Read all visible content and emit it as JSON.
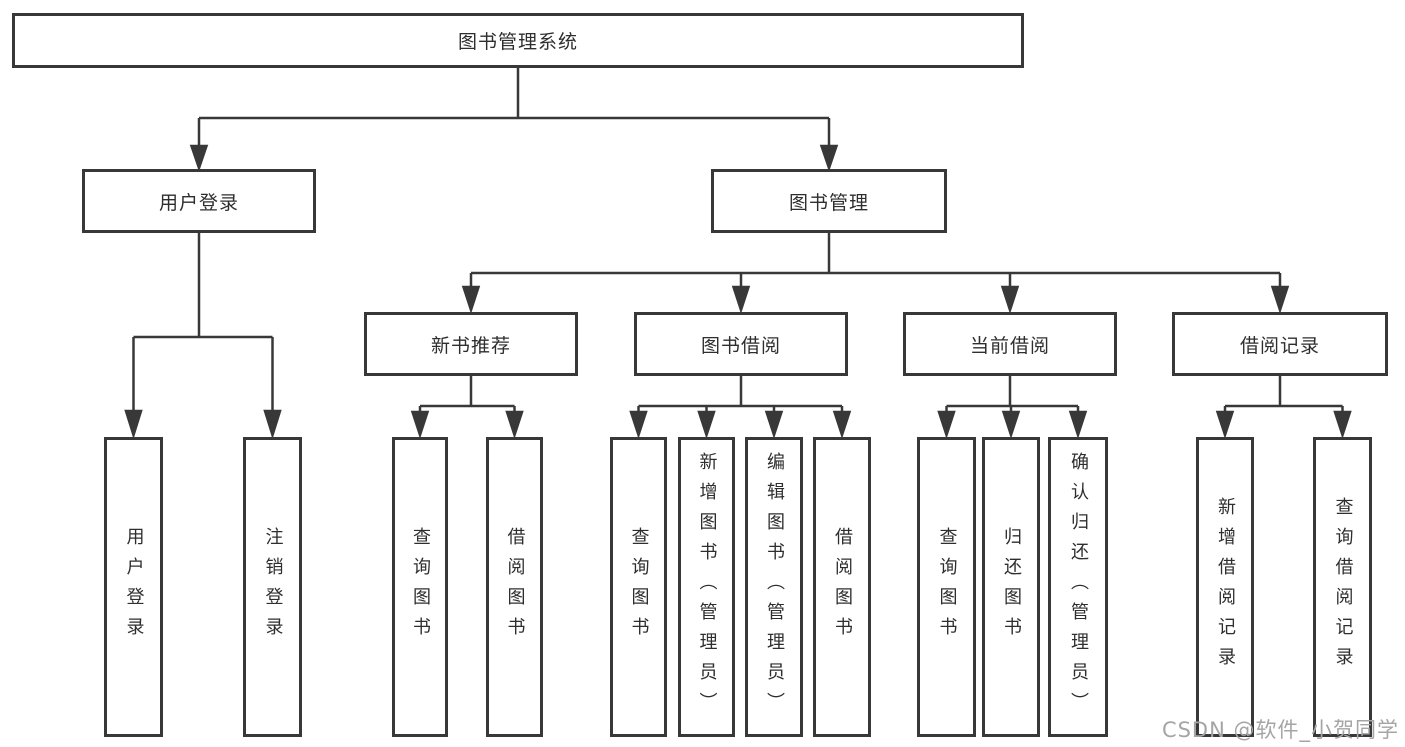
{
  "diagram": {
    "title": "图书管理系统",
    "colors": {
      "line": "#383838",
      "box_border": "#383838",
      "text": "#2e2e2e",
      "background": "#ffffff",
      "watermark": "#a5a5a5"
    },
    "root": {
      "label": "图书管理系统"
    },
    "level2": {
      "user_login": {
        "label": "用户登录"
      },
      "book_management": {
        "label": "图书管理"
      }
    },
    "level3": {
      "new_book_recommend": {
        "label": "新书推荐"
      },
      "book_borrow": {
        "label": "图书借阅"
      },
      "current_borrow": {
        "label": "当前借阅"
      },
      "borrow_record": {
        "label": "借阅记录"
      }
    },
    "leaves": {
      "user_login": {
        "label": "用户登录"
      },
      "logout": {
        "label": "注销登录"
      },
      "recommend_query_book": {
        "label": "查询图书"
      },
      "recommend_borrow_book": {
        "label": "借阅图书"
      },
      "borrow_query_book": {
        "label": "查询图书"
      },
      "borrow_add_book_admin": {
        "label": "新增图书（管理员）"
      },
      "borrow_edit_book_admin": {
        "label": "编辑图书（管理员）"
      },
      "borrow_borrow_book": {
        "label": "借阅图书"
      },
      "current_query_book": {
        "label": "查询图书"
      },
      "current_return_book": {
        "label": "归还图书"
      },
      "current_confirm_return_admin": {
        "label": "确认归还（管理员）"
      },
      "record_add": {
        "label": "新增借阅记录"
      },
      "record_query": {
        "label": "查询借阅记录"
      }
    }
  },
  "watermark": {
    "text": "CSDN @软件_小贺同学"
  }
}
